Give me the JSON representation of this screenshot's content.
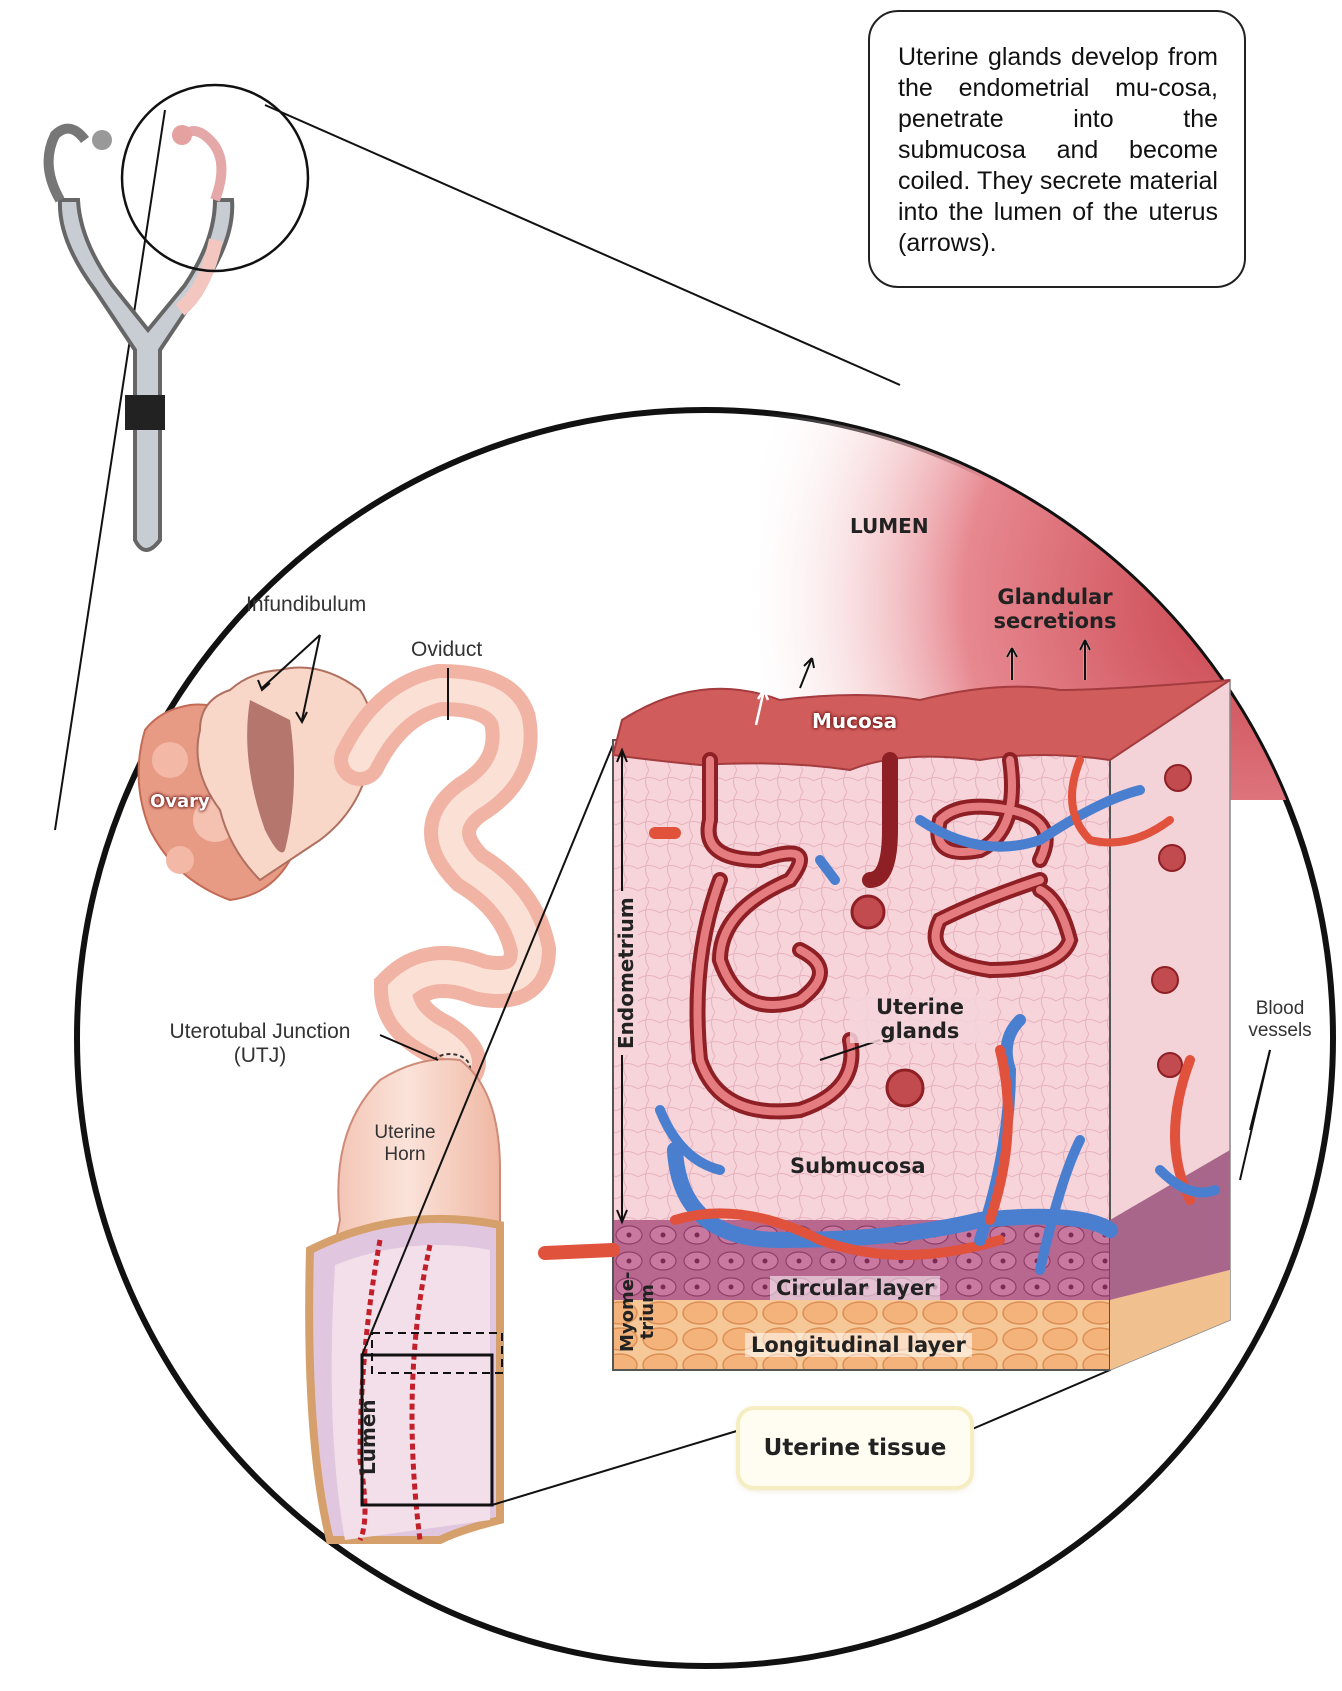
{
  "callout": {
    "text": "Uterine glands develop from the endometrial mu-cosa, penetrate into the submucosa and become coiled. They secrete material into the lumen of the uterus (arrows)."
  },
  "labels": {
    "lumen_top": "LUMEN",
    "glandular_secretions_1": "Glandular",
    "glandular_secretions_2": "secretions",
    "mucosa": "Mucosa",
    "infundibulum": "Infundibulum",
    "oviduct": "Oviduct",
    "ovary": "Ovary",
    "utj_1": "Uterotubal Junction",
    "utj_2": "(UTJ)",
    "uterine_horn_1": "Uterine",
    "uterine_horn_2": "Horn",
    "endometrium": "Endometrium",
    "uterine_glands_1": "Uterine",
    "uterine_glands_2": "glands",
    "blood_vessels_1": "Blood",
    "blood_vessels_2": "vessels",
    "submucosa": "Submucosa",
    "myometrium_1": "Myome-",
    "myometrium_2": "trium",
    "circular_layer": "Circular layer",
    "longitudinal_layer": "Longitudinal layer",
    "lumen_small": "Lumen",
    "uterine_tissue": "Uterine tissue"
  },
  "colors": {
    "tissue_pink": "#f3c8cf",
    "mucosa_red": "#c9474a",
    "gland_dark": "#8e1f24",
    "vessel_blue": "#4a7fd0",
    "vessel_red": "#e0523c",
    "muscle_purple": "#a0517f",
    "longitudinal_orange": "#f1b27a",
    "tract_gray": "#9aa3ab"
  }
}
